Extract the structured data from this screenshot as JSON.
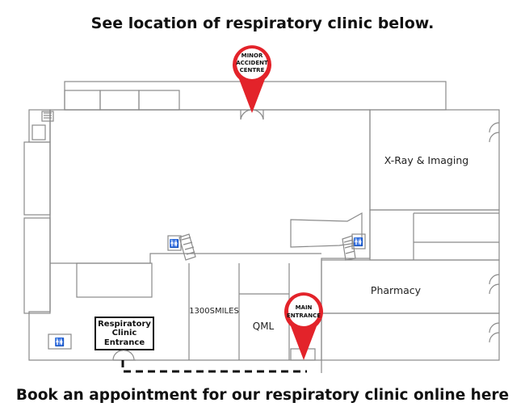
{
  "top_heading": "See location of respiratory clinic below.",
  "bottom_link": "Book an appointment for our respiratory clinic online here",
  "rooms": {
    "xray": "X-Ray & Imaging",
    "pharmacy": "Pharmacy",
    "smiles": "1300SMILES",
    "qml": "QML"
  },
  "pins": {
    "minor_accident": {
      "line1": "MINOR",
      "line2": "ACCIDENT",
      "line3": "CENTRE"
    },
    "main_entrance": {
      "line1": "MAIN",
      "line2": "ENTRANCE"
    }
  },
  "clinic_sign": {
    "line1": "Respiratory",
    "line2": "Clinic",
    "line3": "Entrance"
  },
  "colors": {
    "pin": "#e3232a",
    "wall": "#8a8a8a",
    "path": "#111111"
  },
  "icons": [
    "stairs-icon",
    "toilet-icon",
    "door-icon",
    "location-pin-icon"
  ]
}
